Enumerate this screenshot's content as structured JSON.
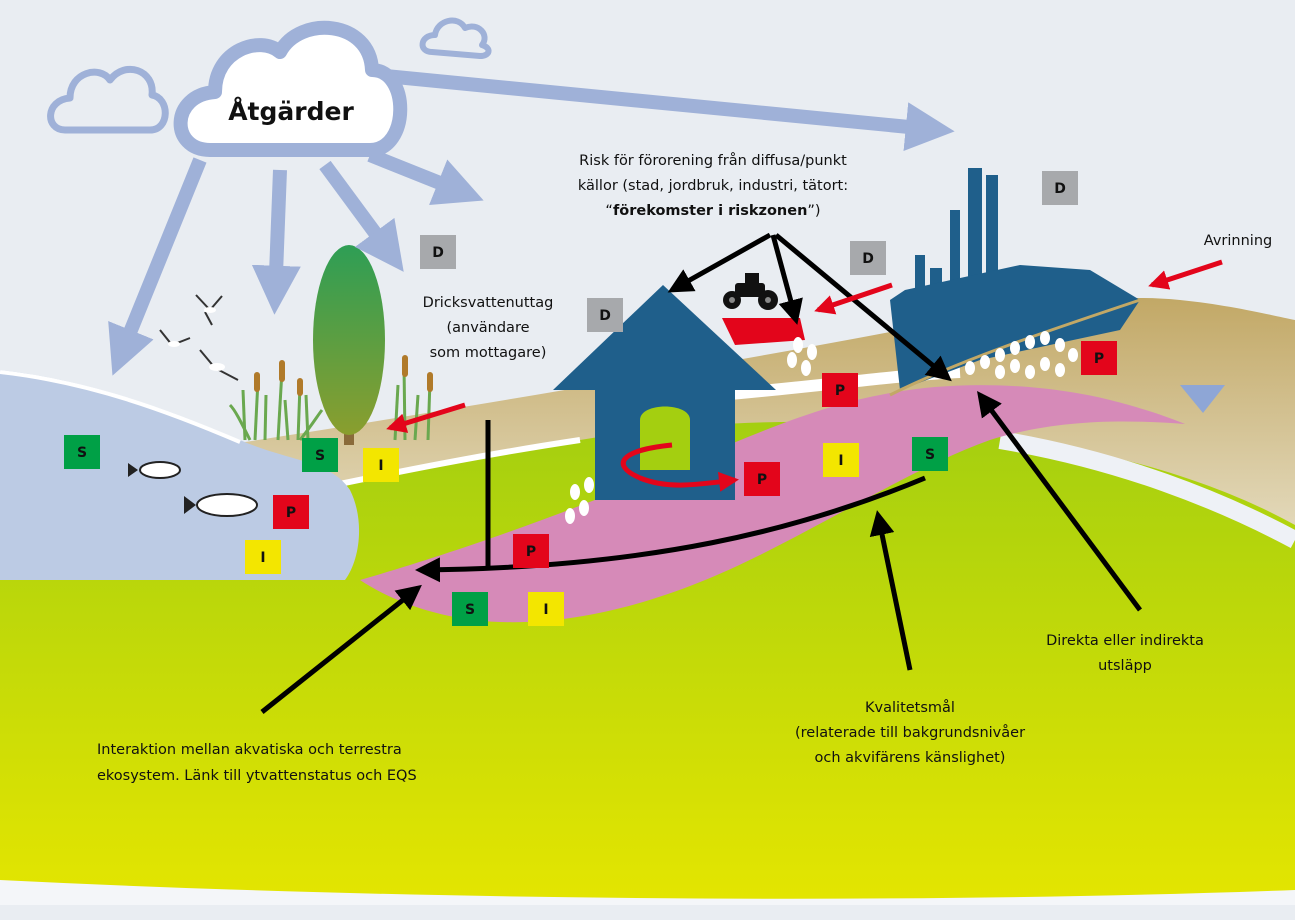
{
  "title": "Åtgärder",
  "labels": {
    "risk": [
      "Risk för förorening från diffusa/punkt",
      "källor (stad, jordbruk, industri, tätort:"
    ],
    "risk_bold": "förekomster i riskzonen",
    "risk_open": "“",
    "risk_close": "”)",
    "drinking": [
      "Dricksvattenuttag",
      "(användare",
      "som mottagare)"
    ],
    "runoff": "Avrinning",
    "direct": [
      "Direkta eller indirekta",
      "utsläpp"
    ],
    "quality": [
      "Kvalitetsmål",
      "(relaterade till bakgrundsnivåer",
      "och akvifärens känslighet)"
    ],
    "interaction": [
      "Interaktion mellan akvatiska och terrestra",
      "ekosystem. Länk till ytvattenstatus och EQS"
    ]
  },
  "badges": {
    "d1": "D",
    "d2": "D",
    "d3": "D",
    "d4": "D",
    "p1": "P",
    "p2": "P",
    "p3": "P",
    "p4": "P",
    "p5": "P",
    "s1": "S",
    "s2": "S",
    "s3": "S",
    "s4": "S",
    "i1": "I",
    "i2": "I",
    "i3": "I",
    "i4": "I"
  },
  "colors": {
    "D": "#a7a9ac",
    "P": "#e3051b",
    "S": "#00a046",
    "I": "#f3e600",
    "groundwater": "#d68ab8",
    "buildings": "#1f5f8b",
    "arrows_light": "#9fb1d8",
    "surface_water": "#bccbe4"
  }
}
